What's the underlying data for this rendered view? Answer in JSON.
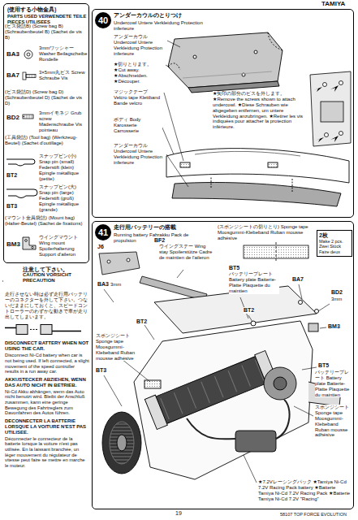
{
  "diagram": {
    "nodes": [
      {
        "text": [
          "(使用する小物金具)",
          "PARTS USED VERWENDETE TEILE PIECES UTILISEES"
        ]
      },
      {
        "text": [
          "アンダーカウルのとりつけ",
          "Undercowl Untere Verkleidung Protection inferieure"
        ]
      },
      {
        "text": [
          "40"
        ],
        "in": 1
      },
      {
        "text": [
          "走行用バッテリーの搭載",
          "Running battery Fahrakku Pack de propulsion"
        ]
      },
      {
        "text": [
          "41"
        ],
        "in": 3
      },
      {
        "text": [
          "2枚",
          "Make 2 pcs. Zwei Stück Faire deux"
        ],
        "in": 3
      },
      {
        "text": [
          "注意して下さい。",
          "CAUTION VORSICHT PRECAUTION"
        ]
      }
    ],
    "labels": [
      "TAMIYA",
      "(ビス袋詰B) (Screw bag B) (Schraubenbeutel B) (Sachet de vis B)",
      "BA3",
      "3mmワッシャー Washer Beilagscheibe Rondelle",
      "BA7",
      "3×5mm丸ビス Screw Schraube Vis",
      "(ビス袋詰D) (Screw bag D) (Schraubenbeutel D) (Sachet de vis D)",
      "BD2",
      "3mmイモネジ Grub screw Madenschraube Vis pointeau",
      "(工具袋詰) (Tool bag) (Werkzeug-Beutel) (Sachet d'outillage)",
      "スナップピン(小) Snap pin (small) Federstift (klein) Epingle métallique (petite)",
      "BT2",
      "スナップピン(大) Snap pin (large) Federstift (groß) Epingle métallique (grande)",
      "BT3",
      "(マウント金具袋詰) (Mount bag) (Halter-Beutel) (Sachet de fixations)",
      "BM3",
      "ウイングマウント Wing mount Spoilerhalterung Support d'aileron",
      "走行させない時は必ず走行用バッテリーのコネクターを外して下さい。つないだままにしておくと、スピードコントローラーのわずかな動きで車が走り出してしまいます。",
      "DISCONNECT BATTERY WHEN NOT USING THE CAR.",
      "Disconnect Ni-Cd battery when car is not being used. If left connected, a slight movement of the speed controller results in a run away car.",
      "AKKUSTECKER ABZIEHEN, WENN DAS AUTO NICHT IN BETRIEB.",
      "Ni-Cd Akku abhängen, wenn das Auto nicht benutzt wird. Bleibt der Anschluß zusammen, kann eine geringe Bewegung des Fahrtreglers zum Davonfahren des Autos führen.",
      "DECONNECTER LA BATTERIE LORSQUE LA VOITURE N'EST PAS UTILISEE.",
      "Déconnecter le connecteur de la batterie lorsque la voiture n'est pas utilisée. En la laissant branchée, un léger mouvement du régulateur de vitesse peut faire se mettre en marche le moteur.",
      "アンダーカウル Undercowl Untere Verkleidung Protection inferieure",
      "★切りとります。 ★Cut away. ★Abschneiden. ★Découper.",
      "マジックテープ Velcro tape Klettband Bande velcro",
      "ボディ Body Karosserie Carrosserie",
      "アンダーカウル Undercowl Untere Verkleidung Protection inferieure",
      "★矢印の部分のビスを外します。 ★Remove the screws shown to attach undercowl. ★Diese Schrauben wie abgegeben entfernen, um untere Verkleidung anzubringen. ★Retirer les vis indiquées pour attacher la protection inférieure.",
      "(スポンジシートの切りとり) Sponge tape Moosgummi-Klebeband Ruban mousse adhésive",
      "J6",
      "BF2",
      "ウイングステー Wing stay Spoilerstütze Cadre de maintien de l'aileron",
      "BT5",
      "バッテリープレート Battery plate Batterie-Platte Plaquette du maintien",
      "BA7",
      "BD2",
      "3mm",
      "BM3",
      "BA3",
      "3mm",
      "BT2",
      "BT2",
      "スポンジシート Sponge tape Moosgummi-Klebeband Ruban mousse adhésive",
      "BT3",
      "BT5",
      "バッテリープレート Battery plate Batterie-Platte Plaquette du maintien",
      "スポンジシート Sponge tape Moosgummi-Klebeband Ruban mousse adhésive",
      "★7.2Vレーシングパック ★Tamiya Ni-Cd 7.2V Racing Pack battery ★Batterie Tamiya Ni-Cd 7.2V Racing Pack ★Batterie Tamiya Ni-Cd 7.2V \"Racing\"",
      "19",
      "58107 TOP FORCE EVOLUTION"
    ]
  }
}
